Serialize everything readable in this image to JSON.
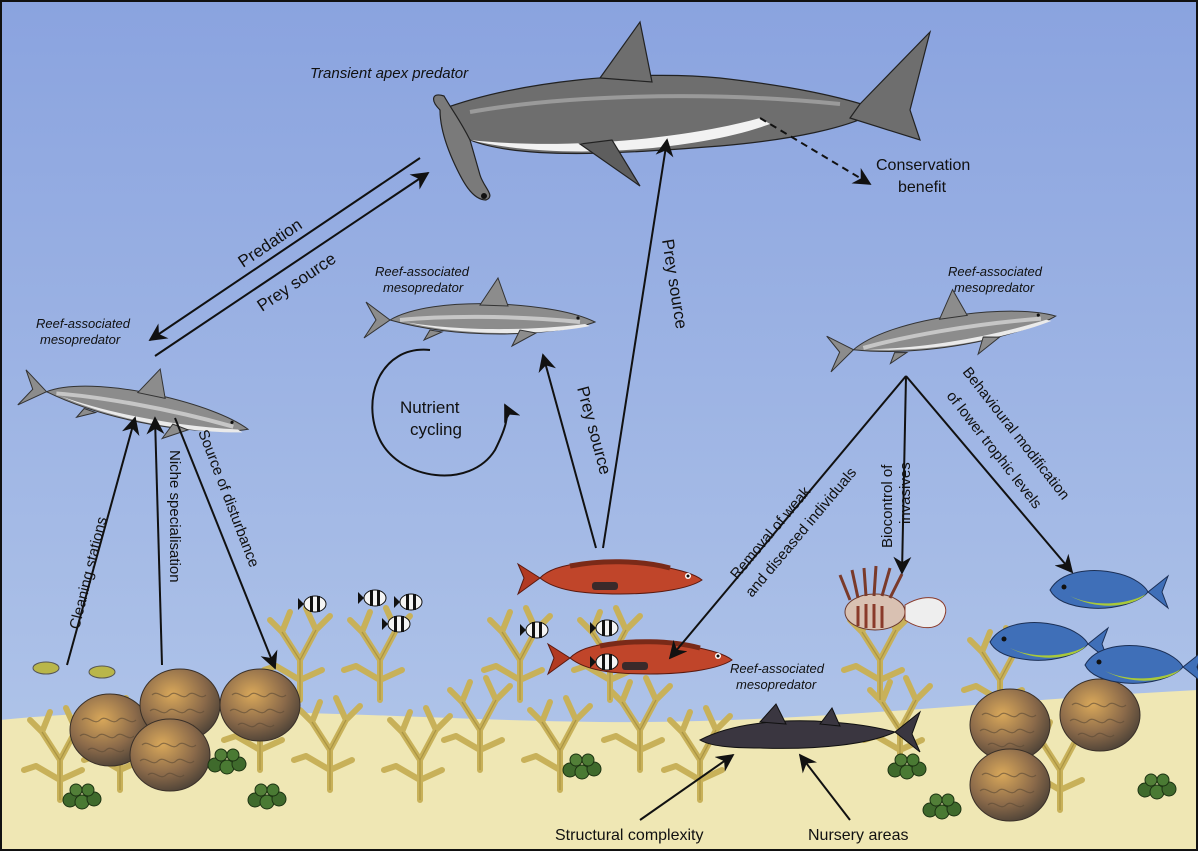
{
  "colors": {
    "water_top": "#8fa7e0",
    "water_bottom": "#a8bfe8",
    "sand": "#efe7b4",
    "coral": "#c9b35a",
    "shark": "#8a8a8a",
    "hammerhead": "#6e6e6e",
    "red_fish": "#c0452a",
    "blue_fish": "#3f6fb8",
    "arrow": "#111111"
  },
  "labels": {
    "apex": "Transient apex predator",
    "meso_left": [
      "Reef-associated",
      "mesopredator"
    ],
    "meso_center": [
      "Reef-associated",
      "mesopredator"
    ],
    "meso_right": [
      "Reef-associated",
      "mesopredator"
    ],
    "meso_bottom": [
      "Reef-associated",
      "mesopredator"
    ],
    "conservation": [
      "Conservation",
      "benefit"
    ],
    "predation": "Predation",
    "prey_source_left": "Prey source",
    "prey_source_mid": "Prey source",
    "prey_source_tall": "Prey source",
    "nutrient": [
      "Nutrient",
      "cycling"
    ],
    "cleaning": "Cleaning stations",
    "niche": "Niche specialisation",
    "disturbance": "Source of disturbance",
    "removal": [
      "Removal of weak",
      "and diseased individuals"
    ],
    "biocontrol": [
      "Biocontrol of",
      "invasives"
    ],
    "behavioural": [
      "Behavioural modification",
      "of lower trophic levels"
    ],
    "structural": "Structural complexity",
    "nursery": "Nursery areas"
  },
  "icons": [
    "hammerhead-shark-icon",
    "reef-shark-icon",
    "nurse-shark-icon",
    "grouper-fish-icon",
    "lionfish-icon",
    "surgeonfish-icon",
    "damselfish-icon",
    "coral-icon"
  ]
}
